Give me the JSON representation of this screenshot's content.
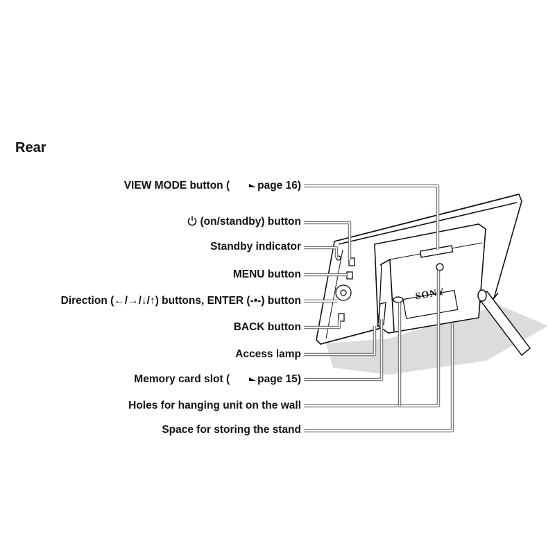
{
  "heading": "Rear",
  "labels": {
    "view_mode": {
      "prefix": "VIEW MODE button (",
      "suffix": "page 16)"
    },
    "power": {
      "text": "(on/standby) button"
    },
    "standby": {
      "text": "Standby indicator"
    },
    "menu": {
      "text": "MENU button"
    },
    "direction": {
      "text": "Direction (←/→/↓/↑) buttons, ENTER (-•-) button"
    },
    "back": {
      "text": "BACK button"
    },
    "access": {
      "text": "Access lamp"
    },
    "memory": {
      "prefix": "Memory card slot (",
      "suffix": "page 15)"
    },
    "holes": {
      "text": "Holes for hanging unit on the wall"
    },
    "space": {
      "text": "Space for storing the stand"
    }
  },
  "device": {
    "brand": "SONY"
  },
  "icons": [
    "power-icon",
    "reference-arrow-icon"
  ],
  "colors": {
    "leader_line": "#7d7d7d",
    "text": "#111111",
    "shadow": "#d9d9d9"
  }
}
